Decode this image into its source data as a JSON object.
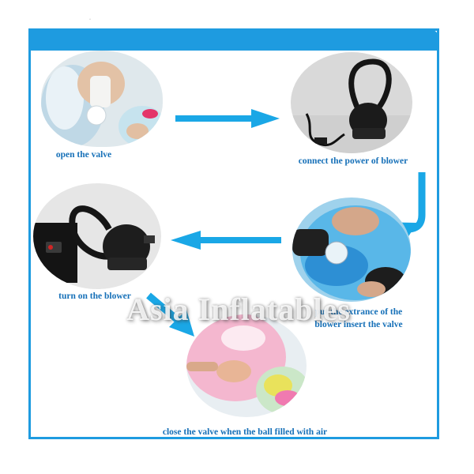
{
  "steps": [
    {
      "label": "open the valve"
    },
    {
      "label": "connect the power of blower"
    },
    {
      "label": "turn on the blower"
    },
    {
      "label_line1": "put the extrance of the",
      "label_line2": "blower insert the valve"
    },
    {
      "label": "close the valve when the ball filled with air"
    }
  ],
  "watermark": "Asia Inflatables",
  "colors": {
    "border": "#1e9be0",
    "arrow": "#1aa7e6",
    "caption": "#1670b8"
  },
  "icons": [
    "arrow-right-icon",
    "arrow-curve-down-left-icon",
    "arrow-left-icon",
    "arrow-down-right-icon"
  ]
}
